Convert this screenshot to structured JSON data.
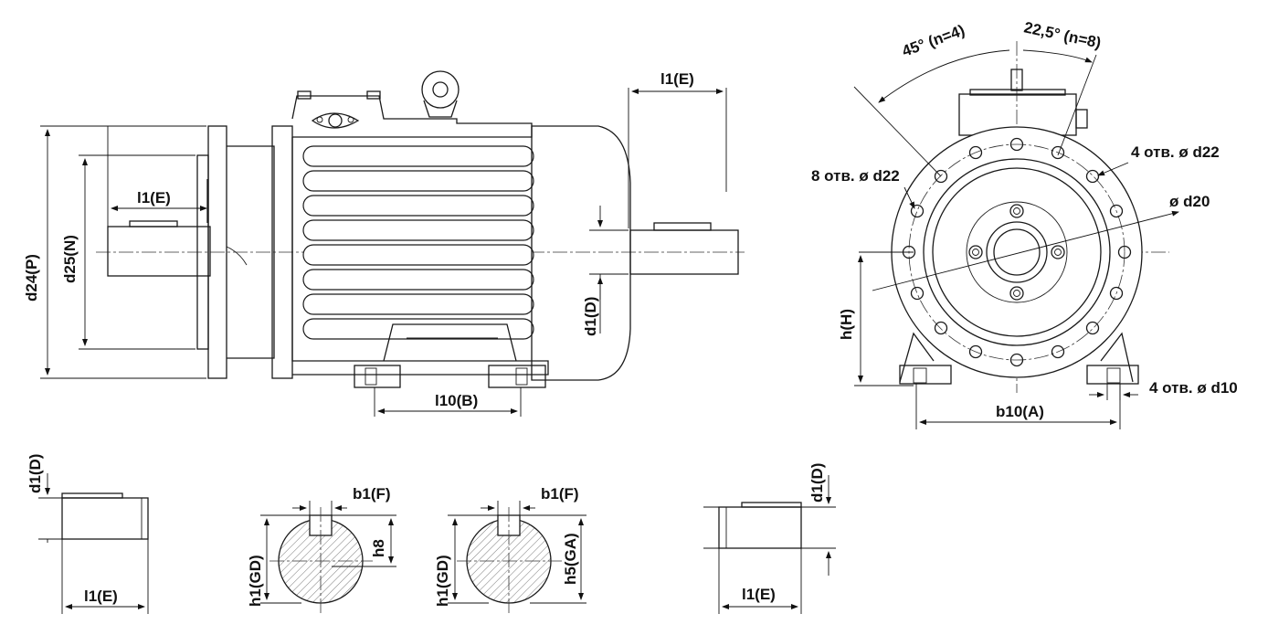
{
  "labels": {
    "d24": "d24(P)",
    "d25": "d25(N)",
    "l1_flange": "l1(E)",
    "l1_top": "l1(E)",
    "d1_side": "d1(D)",
    "l10": "l10(B)",
    "angle45": "45° (n=4)",
    "angle22": "22,5° (n=8)",
    "holes4_d22": "4 отв. ø d22",
    "holes8_d22": "8 отв. ø d22",
    "d20": "ø d20",
    "h": "h(H)",
    "holes4_d10": "4 отв. ø d10",
    "b10": "b10(A)",
    "d1_left_detail": "d1(D)",
    "l1_left_detail": "l1(E)",
    "b1_1": "b1(F)",
    "h8": "h8",
    "h1_1": "h1(GD)",
    "b1_2": "b1(F)",
    "h5": "h5(GA)",
    "h1_2": "h1(GD)",
    "d1_right_detail": "d1(D)",
    "l1_right_detail": "l1(E)"
  },
  "colors": {
    "line": "#1a1a1a",
    "section_fill": "#d9d9d9",
    "background": "#ffffff"
  }
}
